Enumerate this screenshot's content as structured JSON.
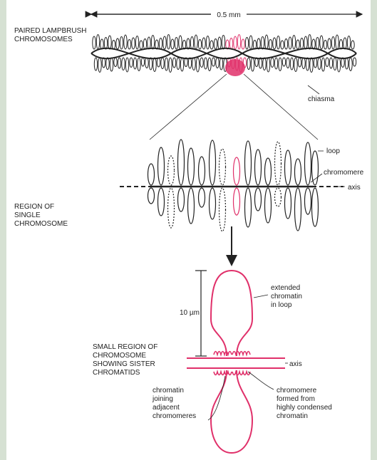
{
  "colors": {
    "background": "#d6e1d3",
    "panel": "#ffffff",
    "ink": "#222222",
    "highlight": "#e0306a"
  },
  "labels": {
    "scale": "0.5 mm",
    "paired_line1": "PAIRED LAMPBRUSH",
    "paired_line2": "CHROMOSOMES",
    "chiasma": "chiasma",
    "loop": "loop",
    "chromomere": "chromomere",
    "axis": "axis",
    "region_line1": "REGION OF",
    "region_line2": "SINGLE",
    "region_line3": "CHROMOSOME",
    "extended_line1": "extended",
    "extended_line2": "chromatin",
    "extended_line3": "in loop",
    "ten_um": "10 µm",
    "small_line1": "SMALL REGION OF",
    "small_line2": "CHROMOSOME",
    "small_line3": "SHOWING SISTER",
    "small_line4": "CHROMATIDS",
    "axis2": "axis",
    "joining_line1": "chromatin",
    "joining_line2": "joining",
    "joining_line3": "adjacent",
    "joining_line4": "chromomeres",
    "formed_line1": "chromomere",
    "formed_line2": "formed from",
    "formed_line3": "highly condensed",
    "formed_line4": "chromatin"
  }
}
